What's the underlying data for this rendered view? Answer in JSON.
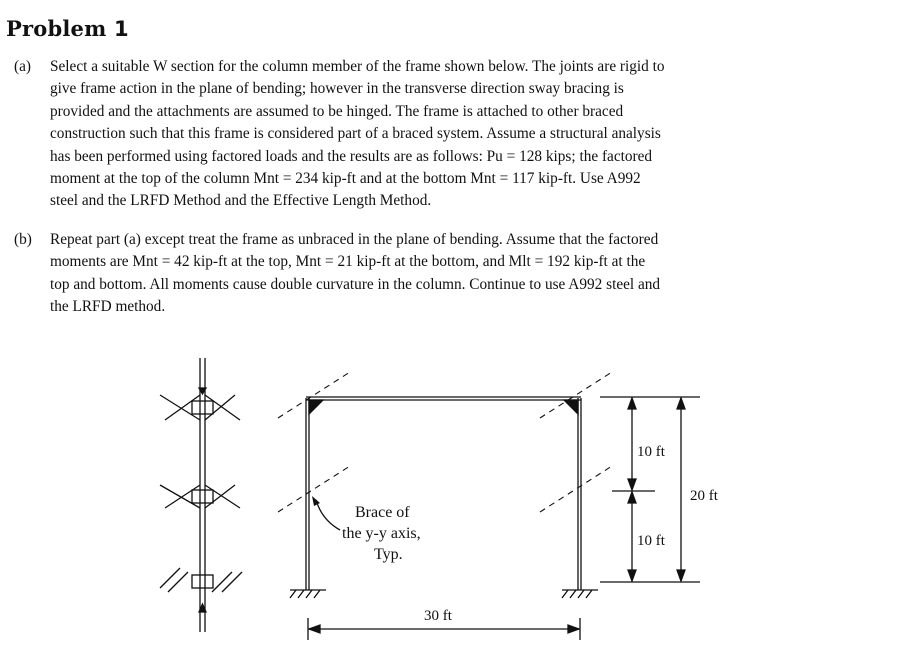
{
  "problem": {
    "title_word": "Problem",
    "title_number": "1"
  },
  "part_a": {
    "label": "(a)",
    "lines": [
      "Select a suitable W section for the column member of the frame shown below. The joints are rigid to",
      "give frame action in the plane of bending; however in the transverse direction sway bracing is",
      "provided and the attachments are assumed to be hinged. The frame is attached to other braced",
      "construction such that this frame is considered part of a braced system. Assume a structural analysis",
      "has been performed using factored loads and the results are as follows: Pu = 128 kips; the factored",
      "moment at the top of the column Mnt = 234 kip-ft and at the bottom Mnt = 117 kip-ft. Use A992",
      "steel and the LRFD Method and the Effective Length Method."
    ]
  },
  "part_b": {
    "label": "(b)",
    "lines": [
      "Repeat part (a) except treat the frame as unbraced in the plane of bending. Assume that the factored",
      "moments are Mnt = 42 kip-ft at the top, Mnt = 21 kip-ft at the bottom, and Mlt = 192 kip-ft at the",
      "top and bottom. All moments cause double curvature in the column. Continue to use A992 steel and",
      "the LRFD method."
    ]
  },
  "figure": {
    "brace_label_1": "Brace of",
    "brace_label_2": "the y-y axis,",
    "brace_label_3": "Typ.",
    "dim_span": "30 ft",
    "dim_upper": "10 ft",
    "dim_lower": "10 ft",
    "dim_total": "20 ft"
  }
}
